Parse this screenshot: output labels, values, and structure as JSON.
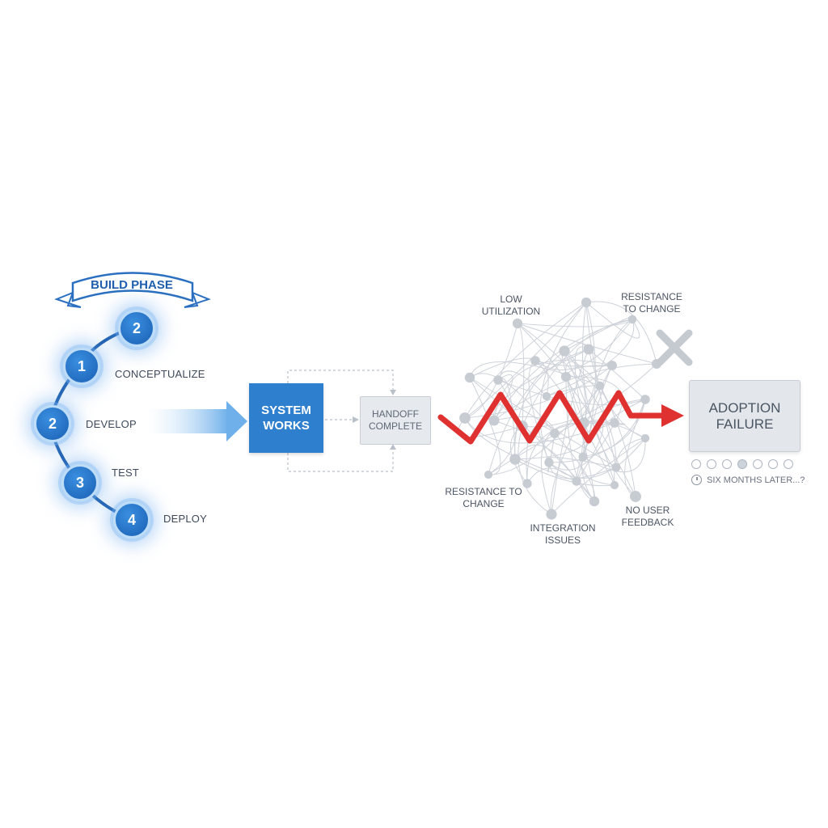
{
  "banner": {
    "label": "BUILD PHASE"
  },
  "steps": [
    {
      "number": "2",
      "label": ""
    },
    {
      "number": "1",
      "label": "CONCEPTUALIZE"
    },
    {
      "number": "2",
      "label": "DEVELOP"
    },
    {
      "number": "3",
      "label": "TEST"
    },
    {
      "number": "4",
      "label": "DEPLOY"
    }
  ],
  "system_box": {
    "line1": "SYSTEM",
    "line2": "WORKS"
  },
  "handoff_box": {
    "line1": "HANDOFF",
    "line2": "COMPLETE"
  },
  "network_labels": {
    "low_utilization": [
      "LOW",
      "UTILIZATION"
    ],
    "resistance_top": [
      "RESISTANCE",
      "TO CHANGE"
    ],
    "resistance_left": [
      "RESISTANCE TO",
      "CHANGE"
    ],
    "integration": [
      "INTEGRATION",
      "ISSUES"
    ],
    "no_feedback": [
      "NO USER",
      "FEEDBACK"
    ]
  },
  "failure_box": {
    "line1": "ADOPTION",
    "line2": "FAILURE"
  },
  "timeline": {
    "label": "SIX MONTHS LATER...?",
    "dots_total": 7,
    "dots_filled_index": 3
  },
  "colors": {
    "primary_blue": "#2f7fcf",
    "failure_red": "#e03131",
    "network_gray": "#c7ccd3"
  }
}
